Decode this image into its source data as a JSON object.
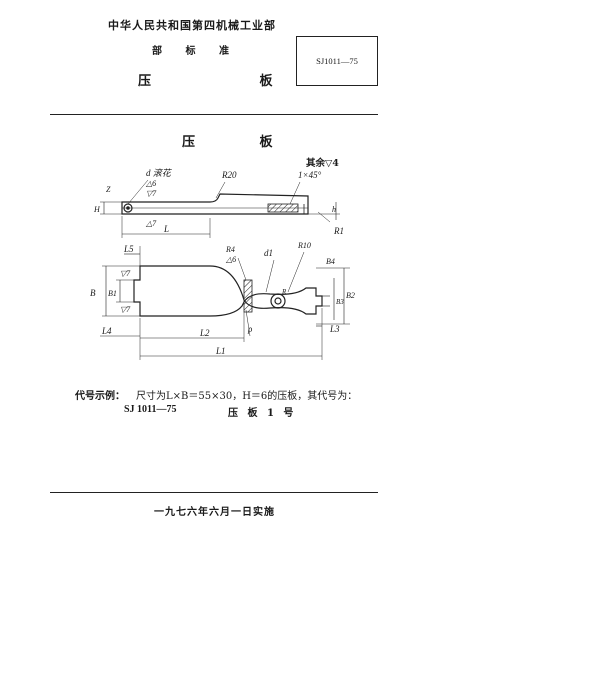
{
  "header": {
    "ministry": "中华人民共和国第四机械工业部",
    "standard_type": "部 标 准",
    "title": "压 板",
    "code": "SJ1011—75"
  },
  "main": {
    "title": "压 板",
    "roughness_note": "其余▽4"
  },
  "drawing": {
    "labels": {
      "d_knurl": "d 滚花",
      "delta6_a": "△6",
      "delta7_a": "▽7",
      "delta7_b": "△7",
      "R20": "R20",
      "chamfer": "1×45°",
      "H": "H",
      "Z": "Z",
      "h": "h",
      "R1": "R1",
      "L": "L",
      "L5": "L5",
      "R4": "R4",
      "delta6_b": "△6",
      "d1": "d1",
      "R10": "R10",
      "B4": "B4",
      "B": "B",
      "B1": "B1",
      "delta7_c": "▽7",
      "delta7_d": "▽7",
      "B2": "B2",
      "B3": "B3",
      "R_small": "R",
      "rho": "ρ",
      "L2": "L2",
      "L3": "L3",
      "L4": "L4",
      "L1": "L1"
    }
  },
  "example": {
    "label": "代号示例：",
    "text": "尺寸为L×B＝55×30，H＝6的压板，其代号为：",
    "code": "SJ 1011—75",
    "name": "压 板 1 号"
  },
  "footer": {
    "effective_date": "一九七六年六月一日实施"
  }
}
